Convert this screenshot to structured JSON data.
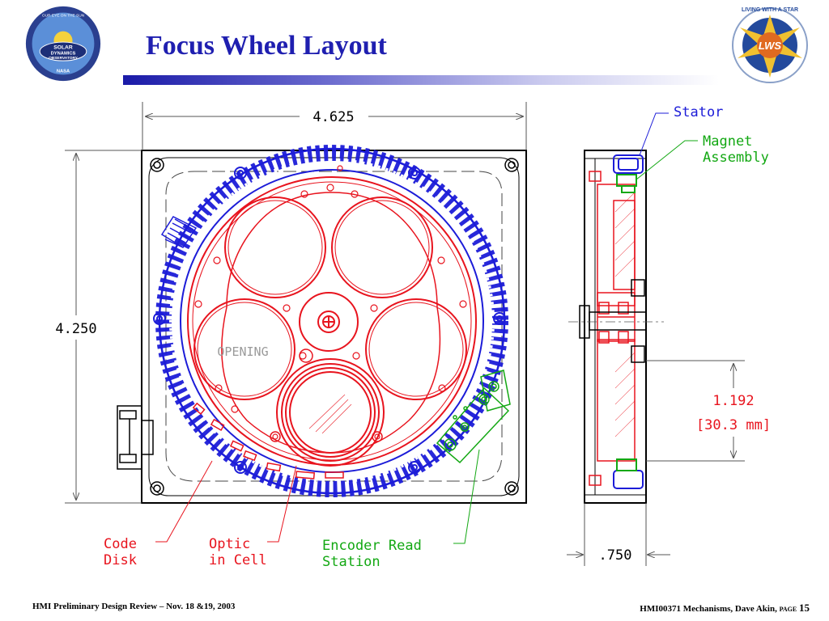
{
  "slide": {
    "title": "Focus Wheel Layout"
  },
  "logos": {
    "left": {
      "ring_text": "OUR EYE ON THE SUN",
      "lines": [
        "SOLAR",
        "DYNAMICS",
        "OBSERVATORY"
      ],
      "bottom": "NASA"
    },
    "right": {
      "ring_text": "LIVING WITH A STAR",
      "center": "LWS"
    }
  },
  "drawing": {
    "dim_width": "4.625",
    "dim_height": "4.250",
    "dim_side_offset": "1.192",
    "dim_side_offset_mm": "[30.3 mm]",
    "dim_thickness": ".750",
    "opening_label": "OPENING",
    "callouts": {
      "stator": "Stator",
      "magnet_1": "Magnet",
      "magnet_2": "Assembly",
      "code_disk_1": "Code",
      "code_disk_2": "Disk",
      "optic_1": "Optic",
      "optic_2": "in Cell",
      "encoder_1": "Encoder Read",
      "encoder_2": "Station"
    },
    "colors": {
      "red": "#e8141e",
      "blue": "#1c1cd8",
      "green": "#13a813",
      "black": "#000000"
    }
  },
  "footer": {
    "left": "HMI Preliminary Design Review – Nov. 18 &19, 2003",
    "right_text": "HMI00371 Mechanisms,  Dave Akin,",
    "page_label": "PAGE",
    "page_number": "15"
  }
}
